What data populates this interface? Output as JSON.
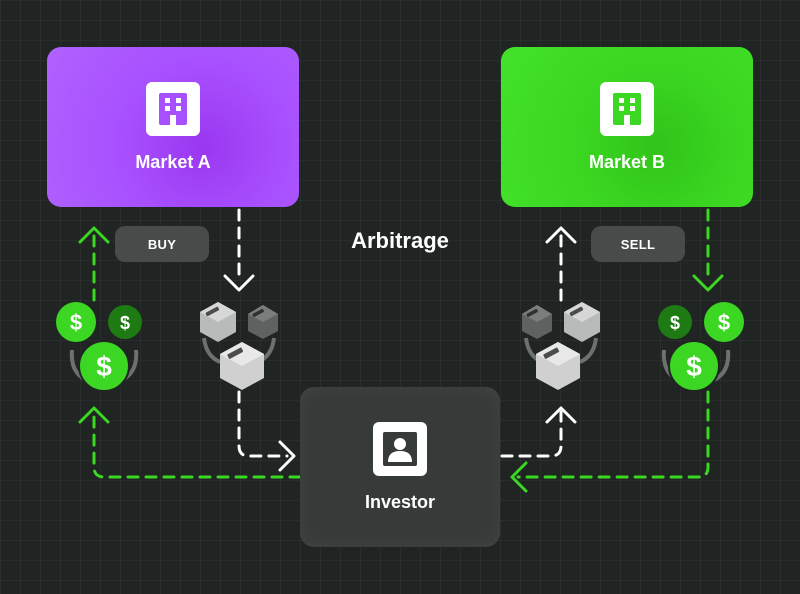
{
  "title": "Arbitrage",
  "market_a": {
    "label": "Market A",
    "icon": "building-icon",
    "color": "#a850ff"
  },
  "market_b": {
    "label": "Market B",
    "icon": "building-icon",
    "color": "#3bd722"
  },
  "investor": {
    "label": "Investor",
    "icon": "user-icon"
  },
  "actions": {
    "buy": "BUY",
    "sell": "SELL"
  },
  "coin_symbol": "$",
  "colors": {
    "background": "#202523",
    "money_flow": "#3bd722",
    "asset_flow": "#ffffff",
    "pill": "#474b49"
  },
  "edges": [
    {
      "from": "Market A",
      "to": "Investor",
      "kind": "asset"
    },
    {
      "from": "Investor",
      "to": "Market A",
      "kind": "money"
    },
    {
      "from": "Market B",
      "to": "Investor",
      "kind": "money"
    },
    {
      "from": "Investor",
      "to": "Market B",
      "kind": "asset"
    }
  ]
}
